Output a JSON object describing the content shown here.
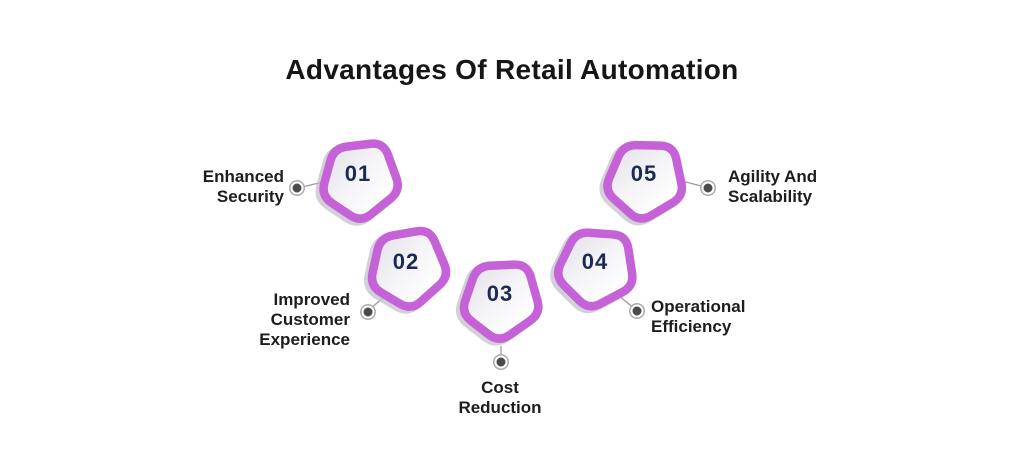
{
  "title": "Advantages Of Retail Automation",
  "colors": {
    "pentagon_border": "#c662d8",
    "pentagon_fill_edge": "#e3e3e8",
    "pentagon_fill_center": "#ffffff",
    "number_text": "#1b2a55",
    "label_text": "#1d1d1d",
    "connector_dot": "#4b4b4b",
    "connector_line": "#9b9b9b",
    "shadow": "#c2c2c9",
    "background": "#ffffff"
  },
  "items": [
    {
      "number": "01",
      "label_lines": [
        "Enhanced",
        "Security"
      ]
    },
    {
      "number": "02",
      "label_lines": [
        "Improved",
        "Customer",
        "Experience"
      ]
    },
    {
      "number": "03",
      "label_lines": [
        "Cost",
        "Reduction"
      ]
    },
    {
      "number": "04",
      "label_lines": [
        "Operational",
        "Efficiency"
      ]
    },
    {
      "number": "05",
      "label_lines": [
        "Agility And",
        "Scalability"
      ]
    }
  ]
}
